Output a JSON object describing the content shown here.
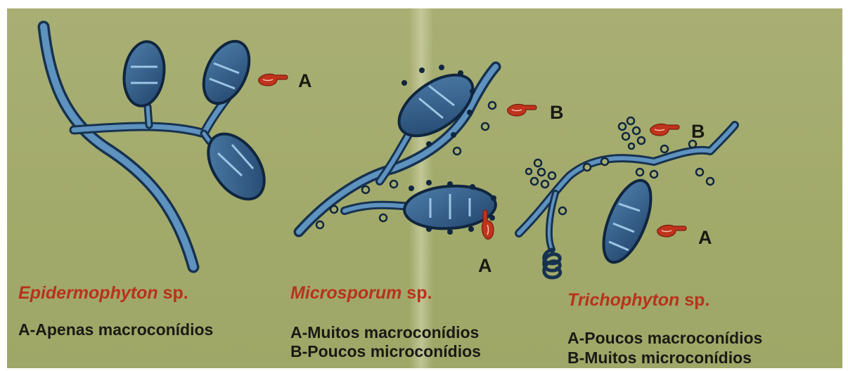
{
  "panel_color": "#a6ad70",
  "hypha_color": "#2f5a86",
  "hypha_highlight": "#7fb0d6",
  "pointer_color": "#c0331d",
  "species": [
    {
      "genus": "Epidermophyton",
      "suffix": " sp.",
      "lines": [
        "A-Apenas macroconídios"
      ],
      "markers": [
        "A"
      ]
    },
    {
      "genus": "Microsporum",
      "suffix": " sp.",
      "lines": [
        "A-Muitos macroconídios",
        "B-Poucos microconídios"
      ],
      "markers": [
        "B",
        "A"
      ]
    },
    {
      "genus": "Trichophyton",
      "suffix": " sp.",
      "lines": [
        "A-Poucos macroconídios",
        "B-Muitos microconídios"
      ],
      "markers": [
        "B",
        "A"
      ]
    }
  ]
}
